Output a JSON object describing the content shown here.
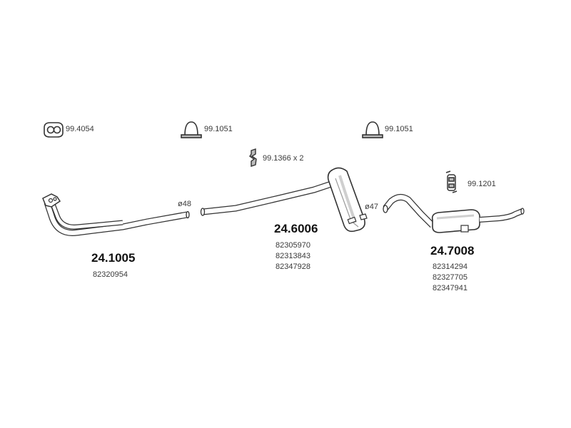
{
  "accessories": {
    "a1": {
      "code": "99.4054",
      "icon": "gasket-icon"
    },
    "a2": {
      "code": "99.1051",
      "icon": "clamp-icon"
    },
    "a3": {
      "code": "99.1051",
      "icon": "clamp-icon"
    },
    "a4": {
      "code": "99.1366 x 2",
      "icon": "hanger-icon"
    },
    "a5": {
      "code": "99.1201",
      "icon": "rubber-mount-icon"
    }
  },
  "diameters": {
    "d48": "ø48",
    "d47": "ø47"
  },
  "parts": [
    {
      "part_number": "24.1005",
      "oem": [
        "82320954"
      ]
    },
    {
      "part_number": "24.6006",
      "oem": [
        "82305970",
        "82313843",
        "82347928"
      ]
    },
    {
      "part_number": "24.7008",
      "oem": [
        "82314294",
        "82327705",
        "82347941"
      ]
    }
  ],
  "colors": {
    "line": "#333333",
    "fill": "#ffffff",
    "shade": "#d8d8d8"
  }
}
